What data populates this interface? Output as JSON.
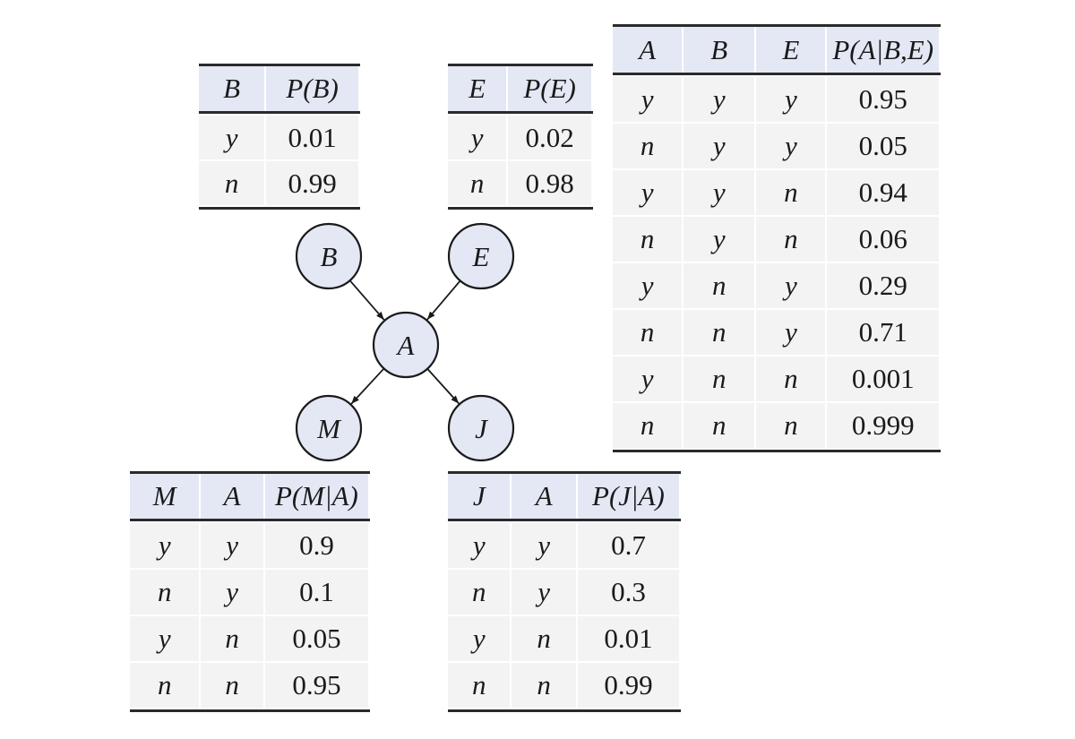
{
  "tables": [
    {
      "id": "cpt-b",
      "columns": [
        "B",
        "P(B)"
      ],
      "rows": [
        [
          "y",
          "0.01"
        ],
        [
          "n",
          "0.99"
        ]
      ]
    },
    {
      "id": "cpt-e",
      "columns": [
        "E",
        "P(E)"
      ],
      "rows": [
        [
          "y",
          "0.02"
        ],
        [
          "n",
          "0.98"
        ]
      ]
    },
    {
      "id": "cpt-a",
      "columns": [
        "A",
        "B",
        "E",
        "P(A|B,E)"
      ],
      "rows": [
        [
          "y",
          "y",
          "y",
          "0.95"
        ],
        [
          "n",
          "y",
          "y",
          "0.05"
        ],
        [
          "y",
          "y",
          "n",
          "0.94"
        ],
        [
          "n",
          "y",
          "n",
          "0.06"
        ],
        [
          "y",
          "n",
          "y",
          "0.29"
        ],
        [
          "n",
          "n",
          "y",
          "0.71"
        ],
        [
          "y",
          "n",
          "n",
          "0.001"
        ],
        [
          "n",
          "n",
          "n",
          "0.999"
        ]
      ]
    },
    {
      "id": "cpt-m",
      "columns": [
        "M",
        "A",
        "P(M|A)"
      ],
      "rows": [
        [
          "y",
          "y",
          "0.9"
        ],
        [
          "n",
          "y",
          "0.1"
        ],
        [
          "y",
          "n",
          "0.05"
        ],
        [
          "n",
          "n",
          "0.95"
        ]
      ]
    },
    {
      "id": "cpt-j",
      "columns": [
        "J",
        "A",
        "P(J|A)"
      ],
      "rows": [
        [
          "y",
          "y",
          "0.7"
        ],
        [
          "n",
          "y",
          "0.3"
        ],
        [
          "y",
          "n",
          "0.01"
        ],
        [
          "n",
          "n",
          "0.99"
        ]
      ]
    }
  ],
  "network": {
    "nodes": [
      "B",
      "E",
      "A",
      "M",
      "J"
    ],
    "edges": [
      [
        "B",
        "A"
      ],
      [
        "E",
        "A"
      ],
      [
        "A",
        "M"
      ],
      [
        "A",
        "J"
      ]
    ]
  }
}
